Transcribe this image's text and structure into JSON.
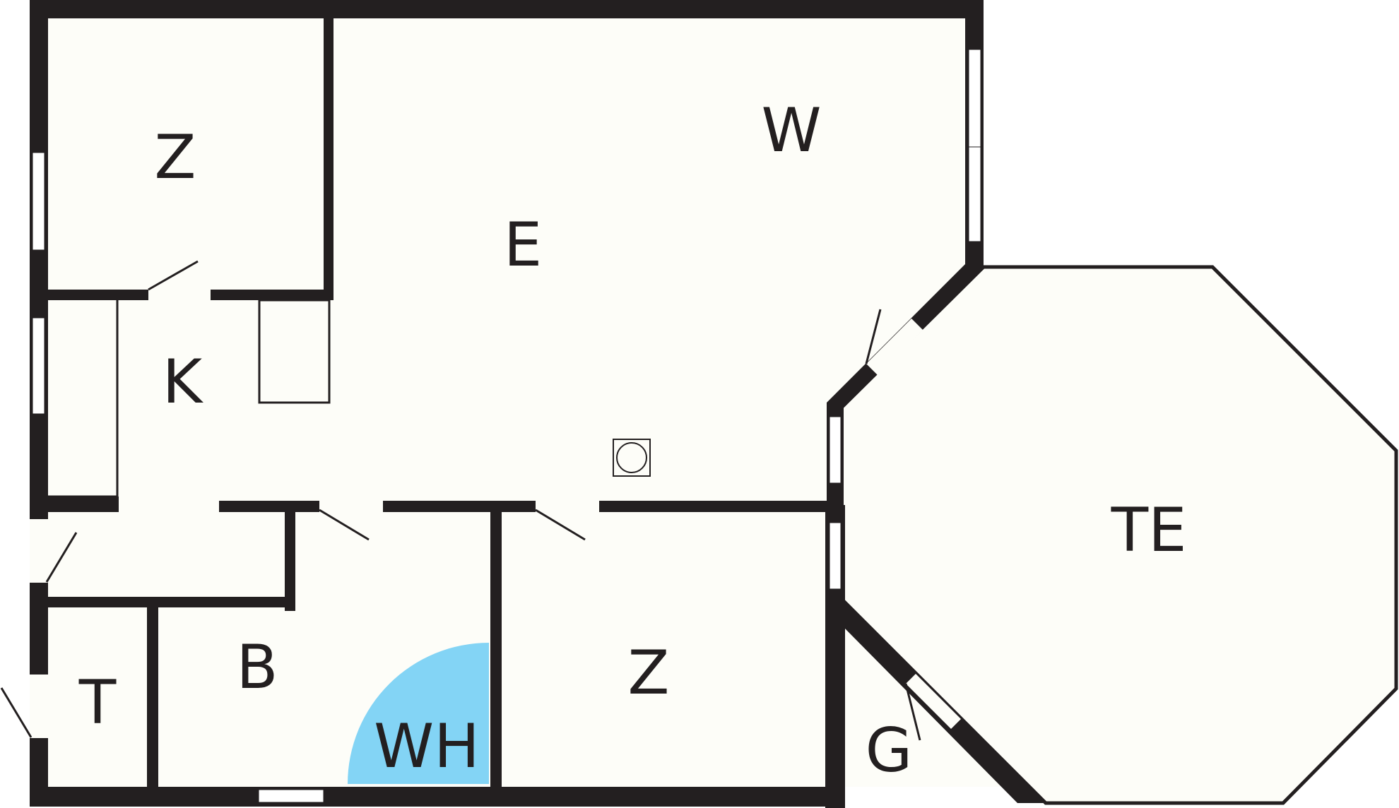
{
  "plan": {
    "colors": {
      "wall": "#231f20",
      "floor": "#fdfdf8",
      "bath_fixture": "#83d4f5",
      "window": "#ffffff"
    },
    "rooms": [
      {
        "id": "z1",
        "label": "Z"
      },
      {
        "id": "e",
        "label": "E"
      },
      {
        "id": "w",
        "label": "W"
      },
      {
        "id": "k",
        "label": "K"
      },
      {
        "id": "b",
        "label": "B"
      },
      {
        "id": "t",
        "label": "T"
      },
      {
        "id": "wh",
        "label": "WH"
      },
      {
        "id": "z2",
        "label": "Z"
      },
      {
        "id": "g",
        "label": "G"
      },
      {
        "id": "te",
        "label": "TE"
      }
    ]
  }
}
